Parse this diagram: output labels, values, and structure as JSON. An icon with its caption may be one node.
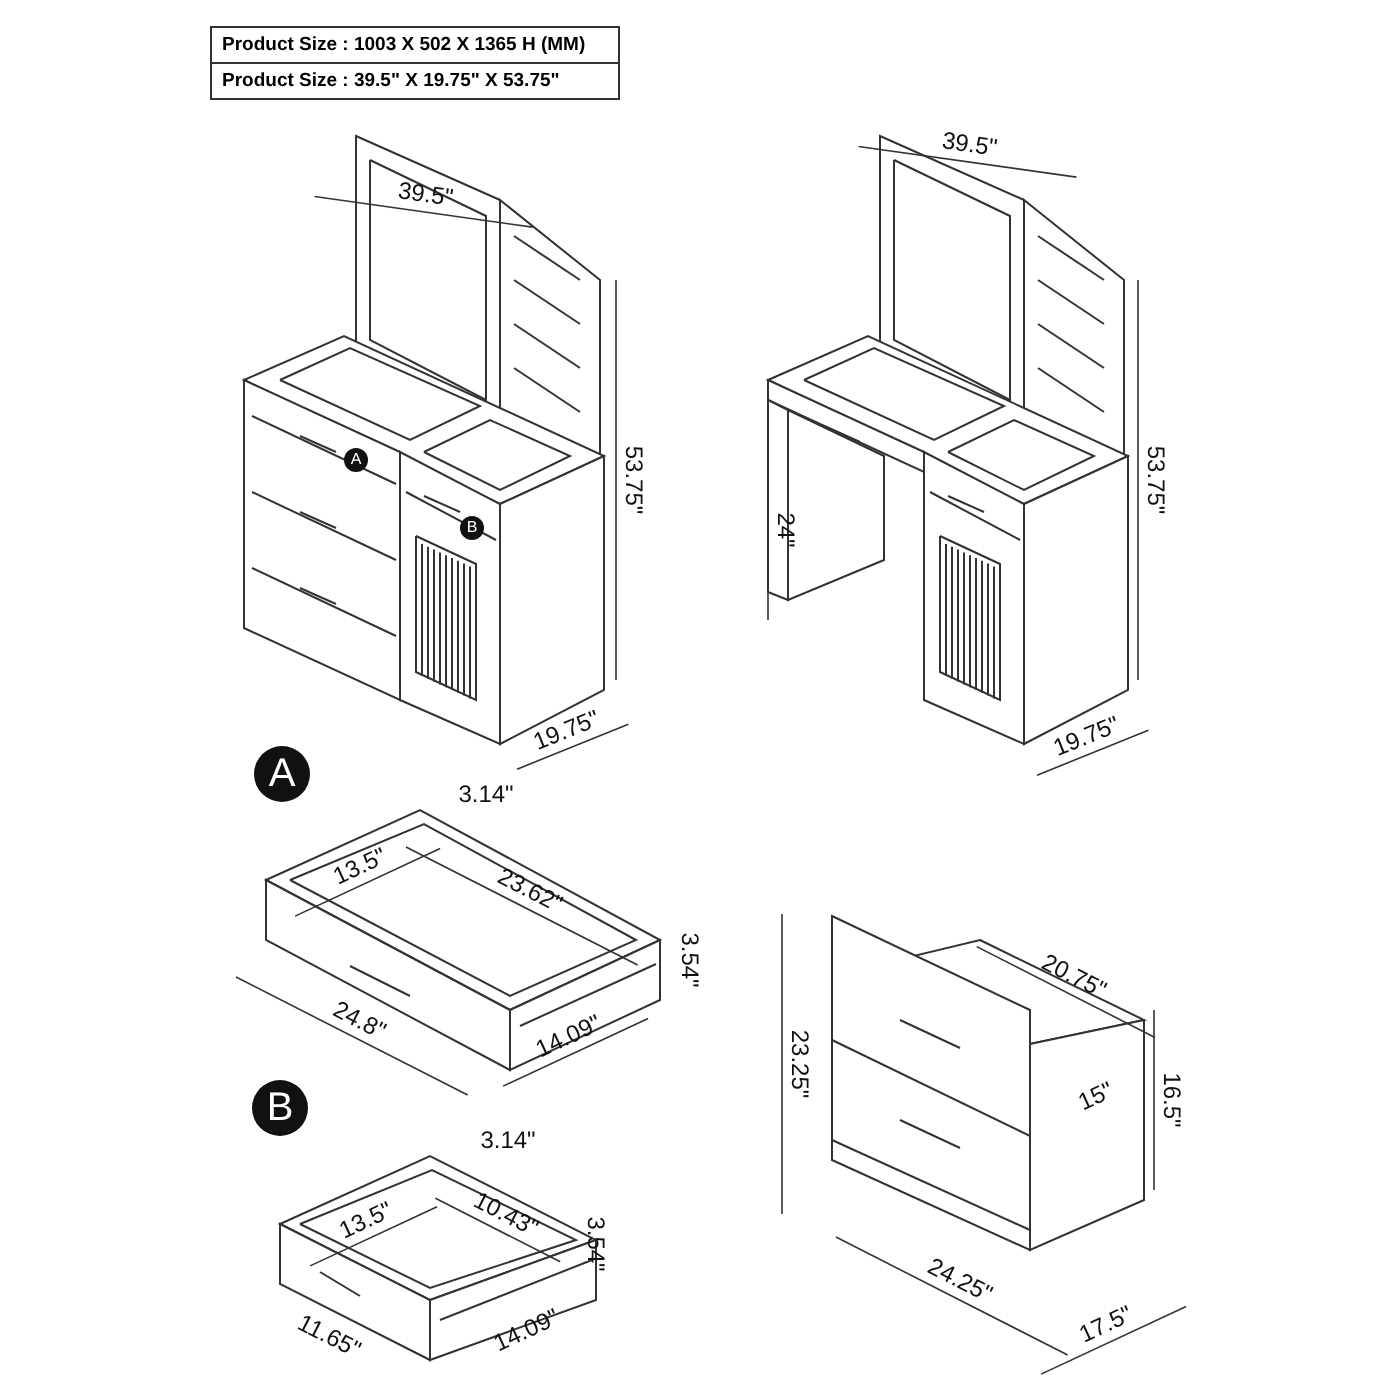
{
  "diagram": {
    "labels": [
      "Product Size : 1003 X 502 X 1365 H (MM)",
      "Product Size : 39.5\" X 19.75\" X 53.75\"",
      "39.5\"",
      "53.75\"",
      "19.75\"",
      "A",
      "B",
      "39.5\"",
      "24\"",
      "53.75\"",
      "19.75\"",
      "A",
      "3.14\"",
      "13.5\"",
      "23.62\"",
      "3.54\"",
      "24.8\"",
      "14.09\"",
      "20.75\"",
      "23.25\"",
      "15\"",
      "16.5\"",
      "B",
      "3.14\"",
      "13.5\"",
      "10.43\"",
      "3.54\"",
      "11.65\"",
      "14.09\"",
      "24.25\"",
      "17.5\""
    ]
  }
}
